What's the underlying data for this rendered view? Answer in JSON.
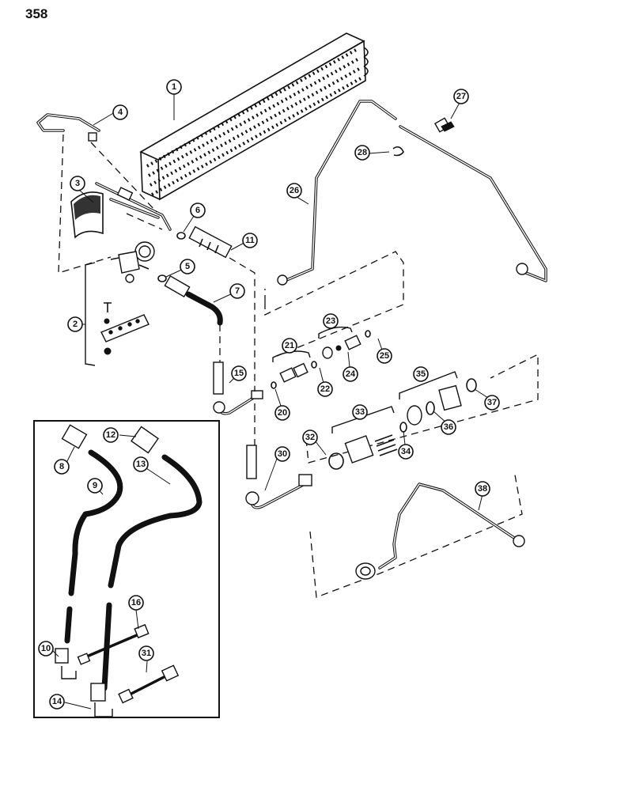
{
  "page_number": "358",
  "callouts": {
    "c1": "1",
    "c2": "2",
    "c3": "3",
    "c4": "4",
    "c5": "5",
    "c6": "6",
    "c7": "7",
    "c8": "8",
    "c9": "9",
    "c10": "10",
    "c11": "11",
    "c12": "12",
    "c13": "13",
    "c14": "14",
    "c15": "15",
    "c16": "16",
    "c20": "20",
    "c21": "21",
    "c22": "22",
    "c23": "23",
    "c24": "24",
    "c25": "25",
    "c26": "26",
    "c27": "27",
    "c28": "28",
    "c30": "30",
    "c31": "31",
    "c32": "32",
    "c33": "33",
    "c34": "34",
    "c35": "35",
    "c36": "36",
    "c37": "37",
    "c38": "38"
  }
}
